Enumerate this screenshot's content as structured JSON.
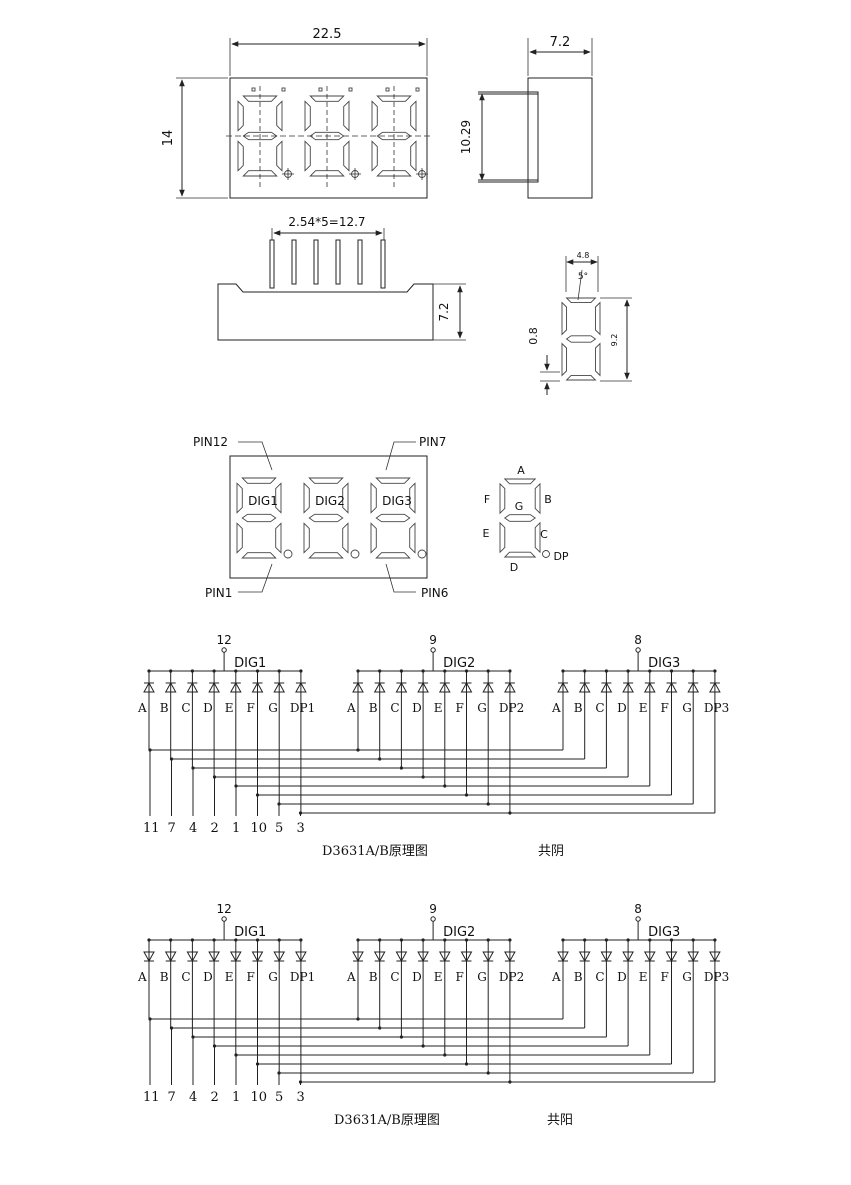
{
  "dims": {
    "width": "22.5",
    "height": "14",
    "depth_top": "7.2",
    "height_side": "10.29",
    "pin_pitch": "2.54*5=12.7",
    "depth_front": "7.2",
    "digit_width": "4.8",
    "slant": "5°",
    "dp_size": "0.8",
    "digit_height": "9.2"
  },
  "pins": {
    "pin12": "PIN12",
    "pin7": "PIN7",
    "pin1": "PIN1",
    "pin6": "PIN6"
  },
  "digit_labels": [
    "DIG1",
    "DIG2",
    "DIG3"
  ],
  "segment_labels": {
    "a": "A",
    "b": "B",
    "c": "C",
    "d": "D",
    "e": "E",
    "f": "F",
    "g": "G",
    "dp": "DP"
  },
  "schematics": [
    {
      "common_pins": [
        "12",
        "9",
        "8"
      ],
      "digits": [
        "DIG1",
        "DIG2",
        "DIG3"
      ],
      "segments": [
        "A",
        "B",
        "C",
        "D",
        "E",
        "F",
        "G",
        "DP"
      ],
      "dp_suffix": [
        "1",
        "2",
        "3"
      ],
      "bottom_pins": [
        "11",
        "7",
        "4",
        "2",
        "1",
        "10",
        "5",
        "3"
      ],
      "caption": "D3631A/B原理图",
      "type": "共阴"
    },
    {
      "common_pins": [
        "12",
        "9",
        "8"
      ],
      "digits": [
        "DIG1",
        "DIG2",
        "DIG3"
      ],
      "segments": [
        "A",
        "B",
        "C",
        "D",
        "E",
        "F",
        "G",
        "DP"
      ],
      "dp_suffix": [
        "1",
        "2",
        "3"
      ],
      "bottom_pins": [
        "11",
        "7",
        "4",
        "2",
        "1",
        "10",
        "5",
        "3"
      ],
      "caption": "D3631A/B原理图",
      "type": "共阳"
    }
  ]
}
